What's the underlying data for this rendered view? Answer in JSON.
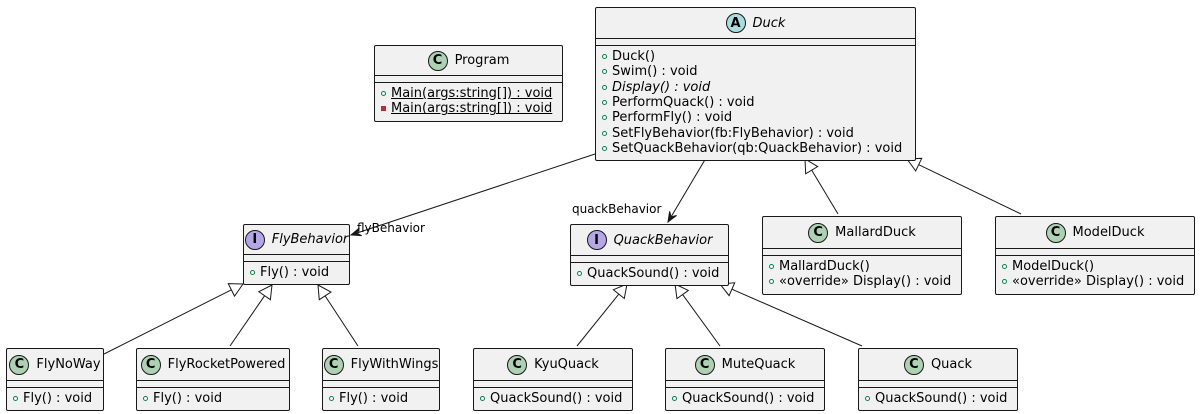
{
  "colors": {
    "class_fill": "#f1f1f1",
    "border": "#181818",
    "class_badge": "#add1b2",
    "abstract_badge": "#a9dcdf",
    "interface_badge": "#b4a7e5",
    "public_visibility": "#038048",
    "private_visibility": "#c82930"
  },
  "classes": {
    "program": {
      "stereotype_letter": "C",
      "name": "Program",
      "members": [
        {
          "visibility": "public",
          "text": "Main(args:string[]) : void",
          "static": true
        },
        {
          "visibility": "private",
          "text": "Main(args:string[]) : void",
          "static": true
        }
      ]
    },
    "duck": {
      "stereotype_letter": "A",
      "name": "Duck",
      "members": [
        {
          "visibility": "public",
          "text": "Duck()"
        },
        {
          "visibility": "public",
          "text": "Swim() : void"
        },
        {
          "visibility": "public",
          "text": "Display() : void",
          "abstract": true
        },
        {
          "visibility": "public",
          "text": "PerformQuack() : void"
        },
        {
          "visibility": "public",
          "text": "PerformFly() : void"
        },
        {
          "visibility": "public",
          "text": "SetFlyBehavior(fb:FlyBehavior) : void"
        },
        {
          "visibility": "public",
          "text": "SetQuackBehavior(qb:QuackBehavior) : void"
        }
      ]
    },
    "fly_behavior": {
      "stereotype_letter": "I",
      "name": "FlyBehavior",
      "members": [
        {
          "visibility": "public",
          "text": "Fly() : void"
        }
      ]
    },
    "quack_behavior": {
      "stereotype_letter": "I",
      "name": "QuackBehavior",
      "members": [
        {
          "visibility": "public",
          "text": "QuackSound() : void"
        }
      ]
    },
    "mallard_duck": {
      "stereotype_letter": "C",
      "name": "MallardDuck",
      "members": [
        {
          "visibility": "public",
          "text": "MallardDuck()"
        },
        {
          "visibility": "public",
          "text": "«override» Display() : void"
        }
      ]
    },
    "model_duck": {
      "stereotype_letter": "C",
      "name": "ModelDuck",
      "members": [
        {
          "visibility": "public",
          "text": "ModelDuck()"
        },
        {
          "visibility": "public",
          "text": "«override» Display() : void"
        }
      ]
    },
    "fly_no_way": {
      "stereotype_letter": "C",
      "name": "FlyNoWay",
      "members": [
        {
          "visibility": "public",
          "text": "Fly() : void"
        }
      ]
    },
    "fly_rocket_powered": {
      "stereotype_letter": "C",
      "name": "FlyRocketPowered",
      "members": [
        {
          "visibility": "public",
          "text": "Fly() : void"
        }
      ]
    },
    "fly_with_wings": {
      "stereotype_letter": "C",
      "name": "FlyWithWings",
      "members": [
        {
          "visibility": "public",
          "text": "Fly() : void"
        }
      ]
    },
    "kyu_quack": {
      "stereotype_letter": "C",
      "name": "KyuQuack",
      "members": [
        {
          "visibility": "public",
          "text": "QuackSound() : void"
        }
      ]
    },
    "mute_quack": {
      "stereotype_letter": "C",
      "name": "MuteQuack",
      "members": [
        {
          "visibility": "public",
          "text": "QuackSound() : void"
        }
      ]
    },
    "quack": {
      "stereotype_letter": "C",
      "name": "Quack",
      "members": [
        {
          "visibility": "public",
          "text": "QuackSound() : void"
        }
      ]
    }
  },
  "relationships": [
    {
      "type": "association",
      "from": "duck",
      "to": "fly_behavior",
      "label": "flyBehavior"
    },
    {
      "type": "association",
      "from": "duck",
      "to": "quack_behavior",
      "label": "quackBehavior"
    },
    {
      "type": "inheritance",
      "from": "mallard_duck",
      "to": "duck"
    },
    {
      "type": "inheritance",
      "from": "model_duck",
      "to": "duck"
    },
    {
      "type": "inheritance",
      "from": "fly_no_way",
      "to": "fly_behavior"
    },
    {
      "type": "inheritance",
      "from": "fly_rocket_powered",
      "to": "fly_behavior"
    },
    {
      "type": "inheritance",
      "from": "fly_with_wings",
      "to": "fly_behavior"
    },
    {
      "type": "inheritance",
      "from": "kyu_quack",
      "to": "quack_behavior"
    },
    {
      "type": "inheritance",
      "from": "mute_quack",
      "to": "quack_behavior"
    },
    {
      "type": "inheritance",
      "from": "quack",
      "to": "quack_behavior"
    }
  ]
}
